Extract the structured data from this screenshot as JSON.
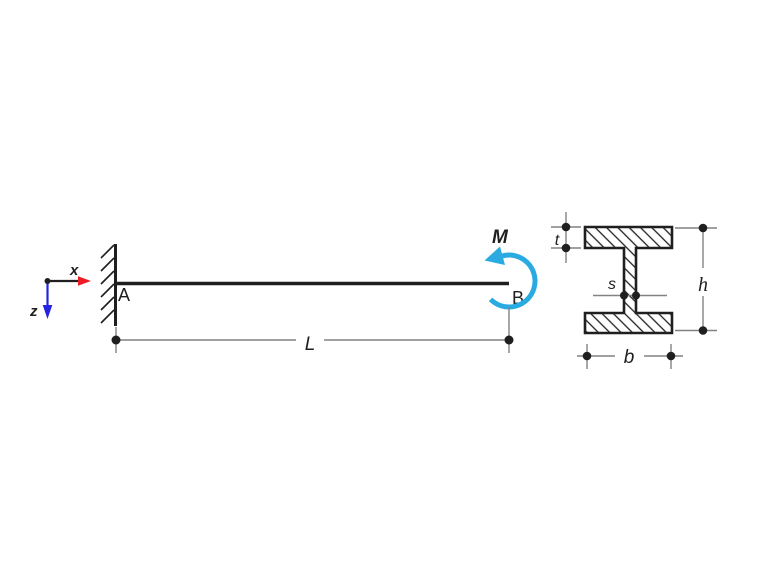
{
  "scene": {
    "beam": {
      "node_a_label": "A",
      "node_b_label": "B",
      "length_label": "L"
    },
    "moment": {
      "label": "M",
      "color": "#29ABE2"
    },
    "axes": {
      "x_label": "x",
      "z_label": "z",
      "x_color": "#ED1C24",
      "z_color": "#2424E0"
    },
    "cross_section": {
      "flange_thickness_label": "t",
      "web_thickness_label": "s",
      "height_label": "h",
      "width_label": "b"
    },
    "colors": {
      "line": "#1F1F1F",
      "dimension": "#828282",
      "background": "#FFFFFF"
    }
  }
}
